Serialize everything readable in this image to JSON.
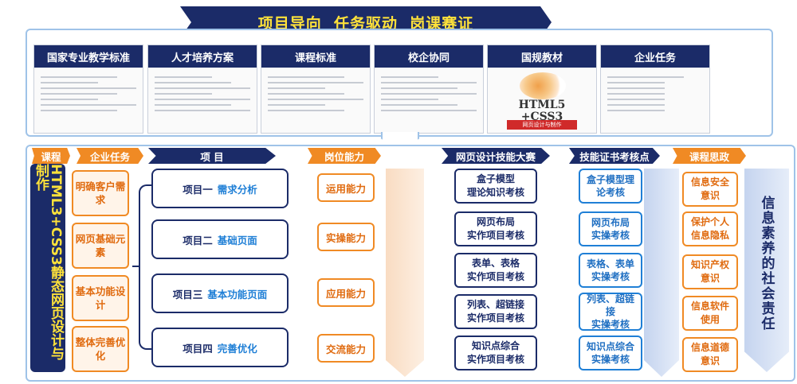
{
  "banner": {
    "text": "项目导向  任务驱动  岗课赛证"
  },
  "top_cards": [
    {
      "label": "国家专业教学标准"
    },
    {
      "label": "人才培养方案"
    },
    {
      "label": "课程标准"
    },
    {
      "label": "校企协同"
    },
    {
      "label": "国规教材",
      "book_title": "HTML5\n+CSS3",
      "book_tag": "网页设计与制作"
    },
    {
      "label": "企业任务"
    }
  ],
  "headers": {
    "course": "课程",
    "tasks": "企业任务",
    "projects": "项 目",
    "ability": "岗位能力",
    "contest": "网页设计技能大赛",
    "cert": "技能证书考核点",
    "ideology": "课程思政"
  },
  "course_name": "HTML3+CSS3静态网页设计与制作",
  "tasks": [
    "明确客户需求",
    "网页基础元素",
    "基本功能设计",
    "整体完善优化"
  ],
  "projects": [
    {
      "num": "项目一",
      "name": "需求分析"
    },
    {
      "num": "项目二",
      "name": "基础页面"
    },
    {
      "num": "项目三",
      "name": "基本功能页面"
    },
    {
      "num": "项目四",
      "name": "完善优化"
    }
  ],
  "abilities": [
    "运用能力",
    "实操能力",
    "应用能力",
    "交流能力"
  ],
  "contest_items": [
    "盒子模型\n理论知识考核",
    "网页布局\n实作项目考核",
    "表单、表格\n实作项目考核",
    "列表、超链接\n实作项目考核",
    "知识点综合\n实作项目考核"
  ],
  "cert_items": [
    "盒子模型理\n论考核",
    "网页布局\n实操考核",
    "表格、表单\n实操考核",
    "列表、超链\n接\n实操考核",
    "知识点综合\n实操考核"
  ],
  "ideology_items": [
    "信息安全\n意识",
    "保护个人\n信息隐私",
    "知识产权\n意识",
    "信息软件\n使用",
    "信息道德\n意识"
  ],
  "social_responsibility": "信息素养的社会责任",
  "colors": {
    "navy": "#1b2b68",
    "orange": "#f08a24",
    "blue": "#1f7fd6",
    "gold": "#ffe23a"
  }
}
